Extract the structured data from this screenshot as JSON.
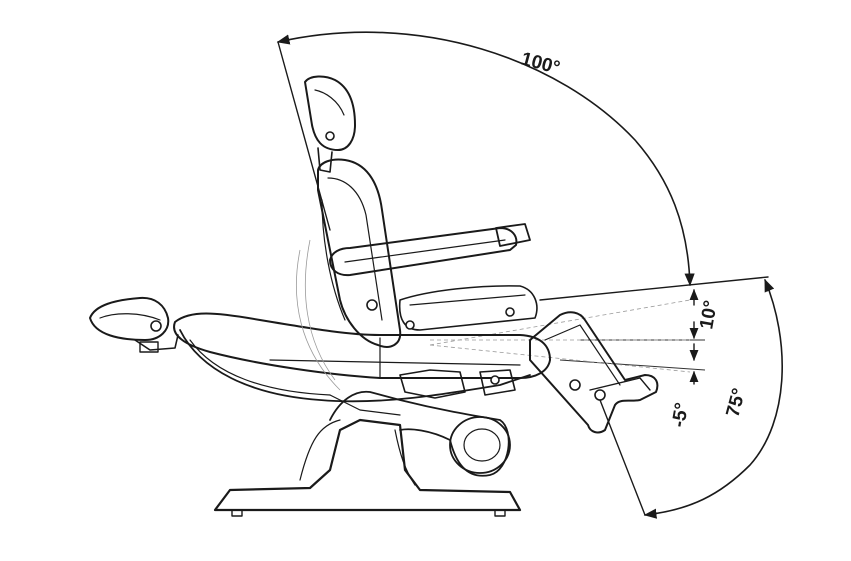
{
  "angles": {
    "backrest": "100°",
    "seat_up": "10°",
    "seat_down": "-5°",
    "legrest": "75°"
  },
  "colors": {
    "ink": "#1a1a1a",
    "background": "#ffffff"
  }
}
